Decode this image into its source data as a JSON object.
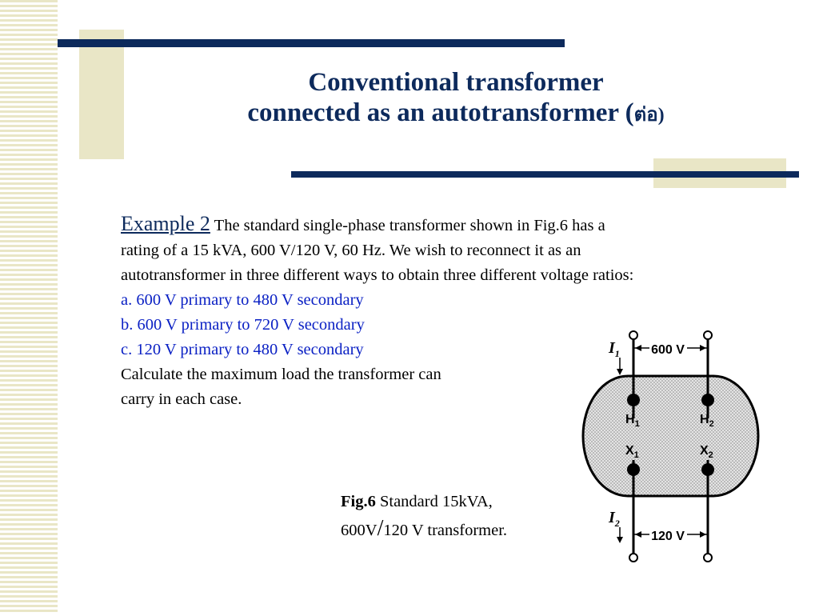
{
  "title": {
    "line1": "Conventional transformer",
    "line2": "connected as an autotransformer",
    "suffix_open": "(",
    "suffix_thai": "ต่อ",
    "suffix_close": ")"
  },
  "example": {
    "label": "Example 2",
    "intro_1": " The standard single-phase transformer shown in Fig.6 has a",
    "intro_2": "rating of a 15 kVA, 600 V/120 V, 60 Hz. We wish to reconnect it as an",
    "intro_3": "autotransformer in three different ways to obtain three different voltage ratios:",
    "items": [
      "a. 600 V primary to 480 V secondary",
      "b. 600 V primary to 720 V secondary",
      "c. 120 V primary to 480 V secondary"
    ],
    "question_1": "Calculate the maximum load the transformer can",
    "question_2": "carry in each case."
  },
  "figure": {
    "top_voltage": "600 V",
    "bottom_voltage": "120 V",
    "current_top": "I",
    "current_top_sub": "1",
    "current_bottom": "I",
    "current_bottom_sub": "2",
    "h1": "H",
    "h1_sub": "1",
    "h2": "H",
    "h2_sub": "2",
    "x1": "X",
    "x1_sub": "1",
    "x2": "X",
    "x2_sub": "2"
  },
  "caption": {
    "label": "Fig.6",
    "text_1": " Standard 15kVA,",
    "text_2a": "600V",
    "slash": "/",
    "text_2b": "120 V transformer."
  },
  "colors": {
    "navy": "#0d2a5c",
    "khaki": "#e9e6c6",
    "blue_text": "#0b21c4",
    "stipple": "#d3d3d3"
  }
}
